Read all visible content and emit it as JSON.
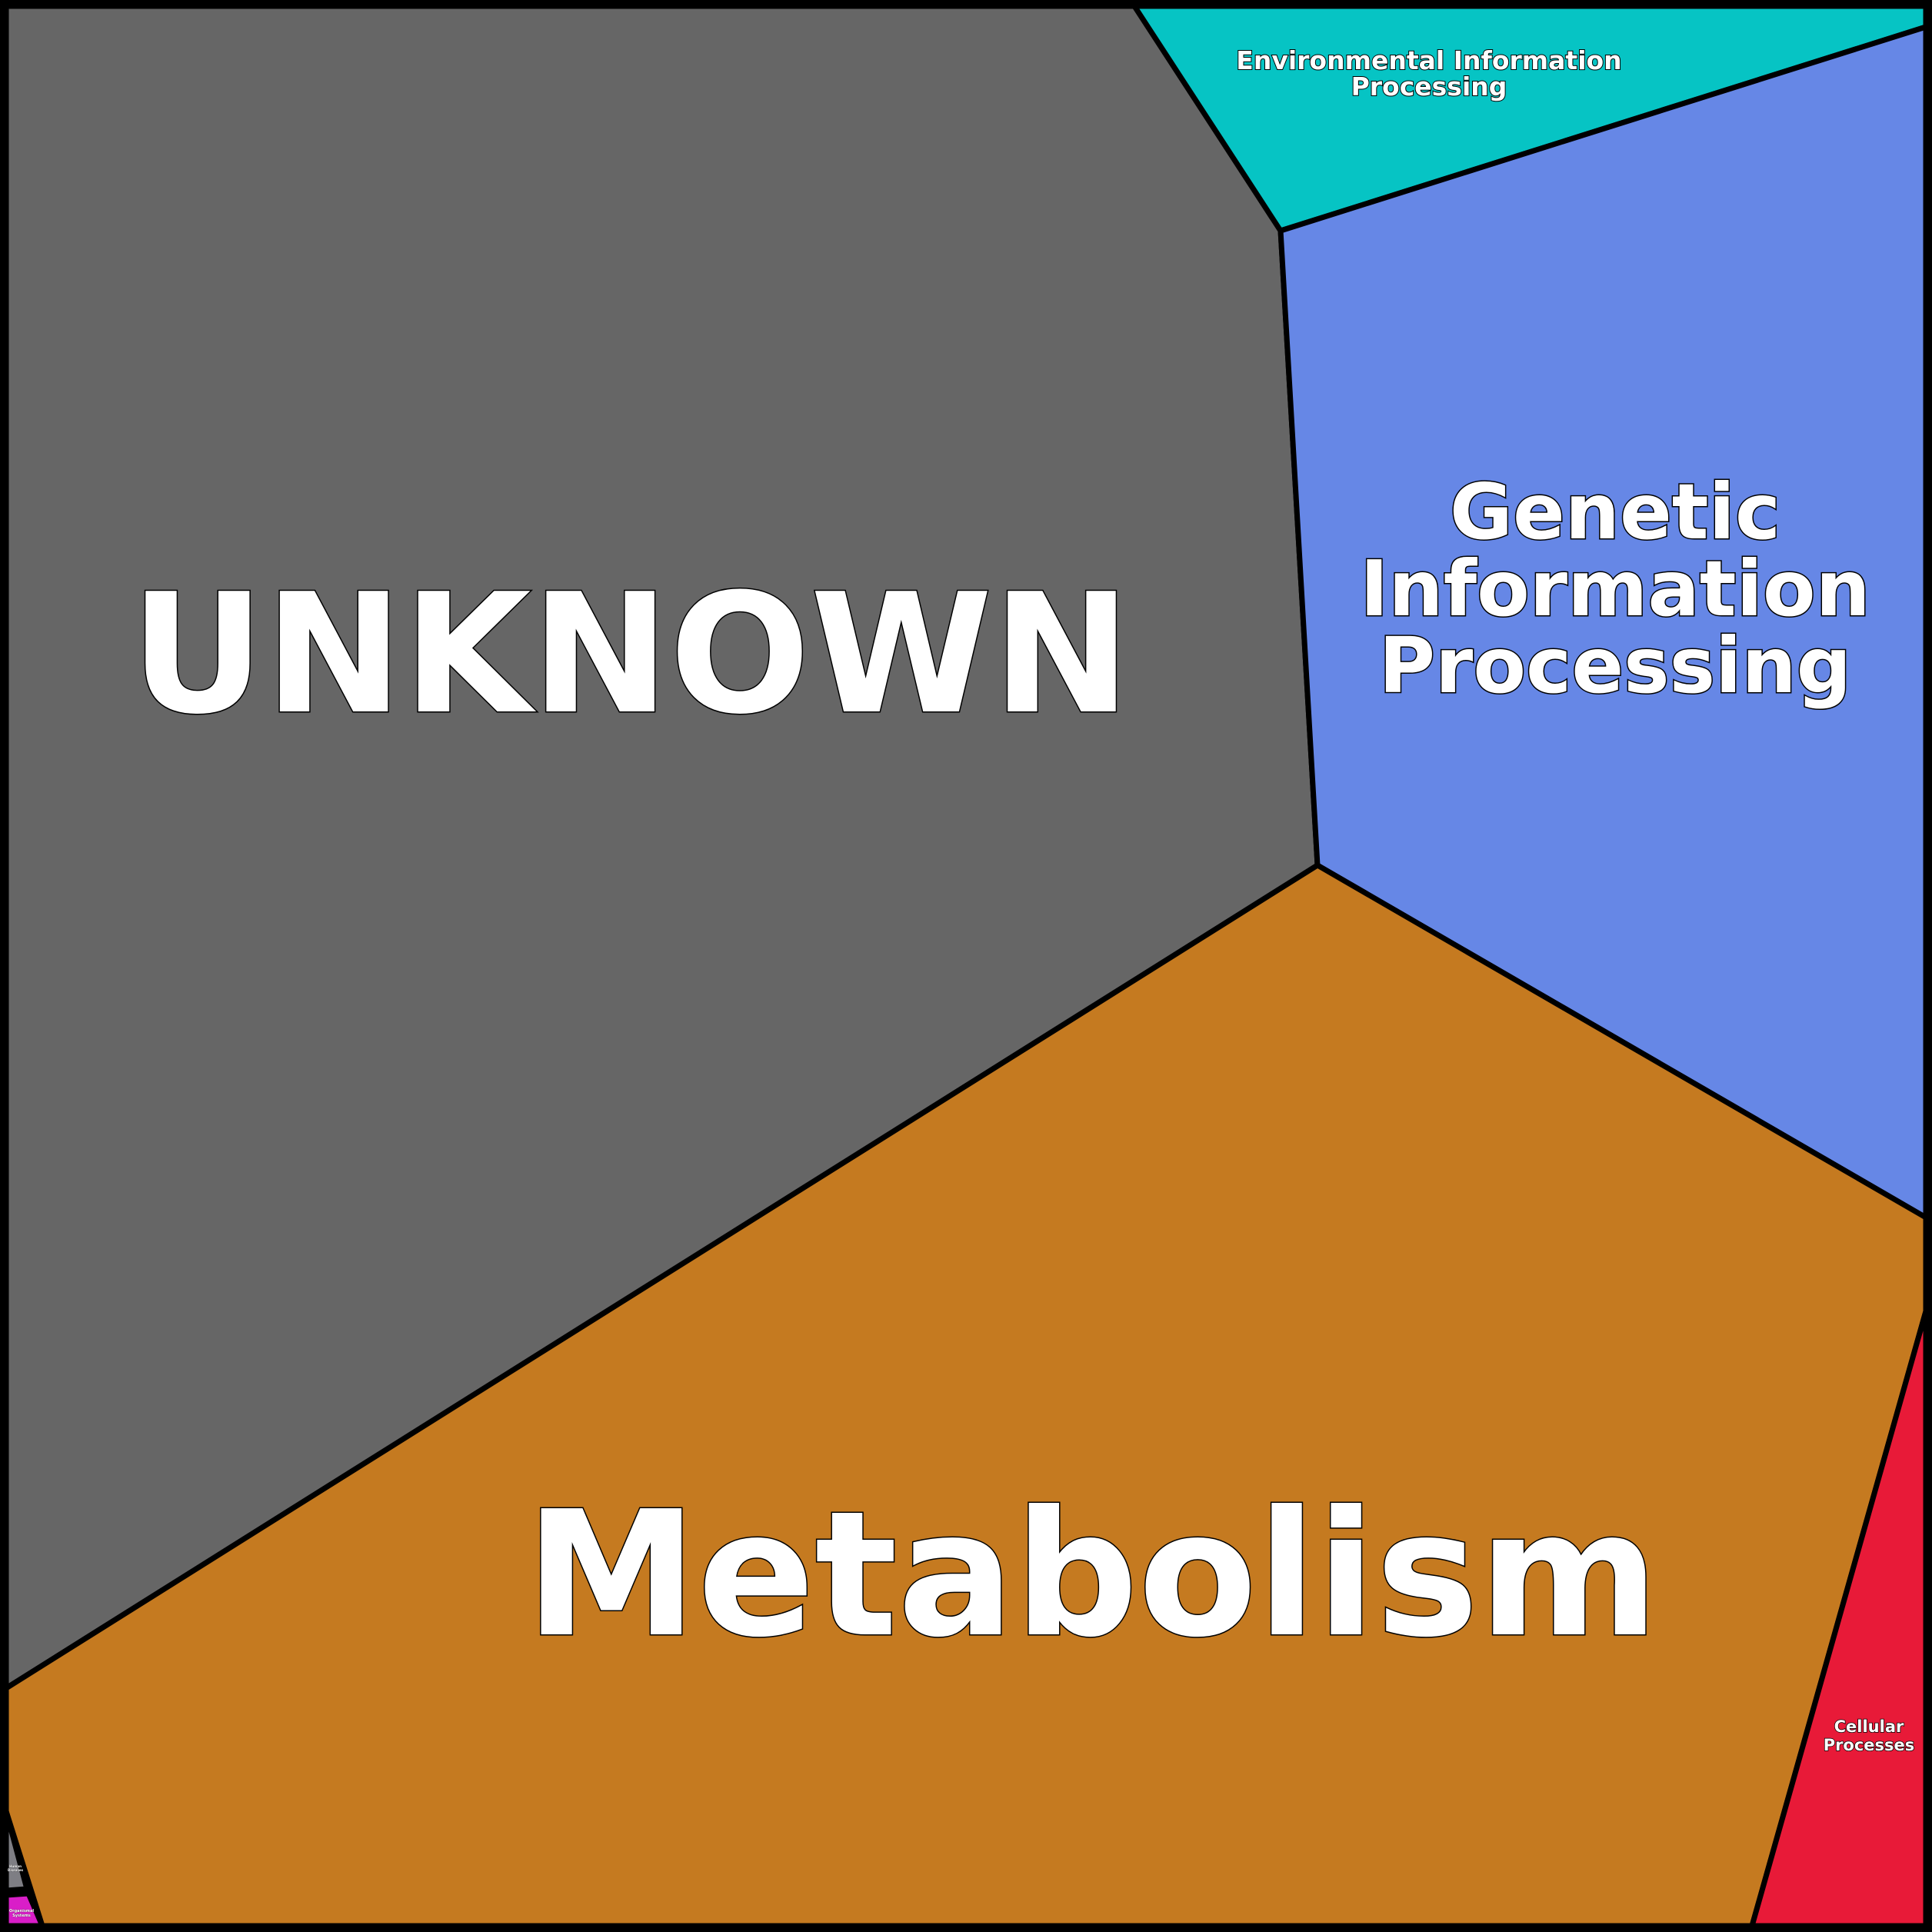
{
  "title": "Functional category Voronoi treemap",
  "cells": [
    {
      "id": "unknown",
      "label": "UNKNOWN",
      "color": "#666666"
    },
    {
      "id": "env",
      "label": "Environmental Information Processing",
      "lines": [
        "Environmental Information",
        "Processing"
      ],
      "color": "#06c4c4"
    },
    {
      "id": "genetic",
      "label": "Genetic Information Processing",
      "lines": [
        "Genetic",
        "Information",
        "Processing"
      ],
      "color": "#6687e6"
    },
    {
      "id": "metabolism",
      "label": "Metabolism",
      "color": "#c57a20"
    },
    {
      "id": "cellular",
      "label": "Cellular Processes",
      "lines": [
        "Cellular",
        "Processes"
      ],
      "color": "#e81a38"
    },
    {
      "id": "human",
      "label": "Human Diseases",
      "lines": [
        "Human",
        "Diseases"
      ],
      "color": "#7e7e84"
    },
    {
      "id": "organismal",
      "label": "Organismal Systems",
      "lines": [
        "Organismal",
        "Systems"
      ],
      "color": "#d91ec8"
    }
  ]
}
